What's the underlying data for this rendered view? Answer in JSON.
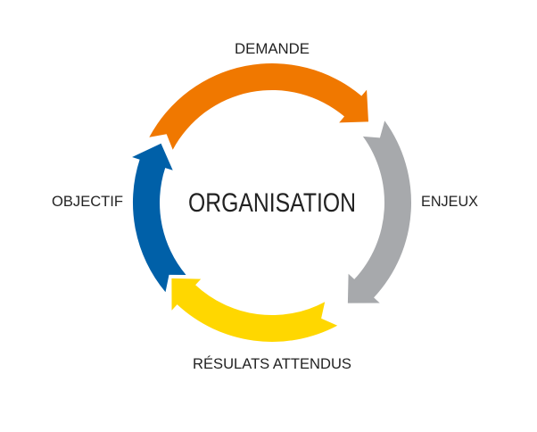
{
  "diagram": {
    "center_label": "ORGANISATION",
    "stages": [
      {
        "label": "DEMANDE",
        "color": "#F07800",
        "icon": "orange-arrow-segment"
      },
      {
        "label": "ENJEUX",
        "color": "#A7A9AC",
        "icon": "gray-arrow-segment"
      },
      {
        "label": "RÉSULATS ATTENDUS",
        "color": "#FFD700",
        "icon": "yellow-arrow-segment"
      },
      {
        "label": "OBJECTIF",
        "color": "#0060A8",
        "icon": "blue-arrow-segment"
      }
    ]
  }
}
